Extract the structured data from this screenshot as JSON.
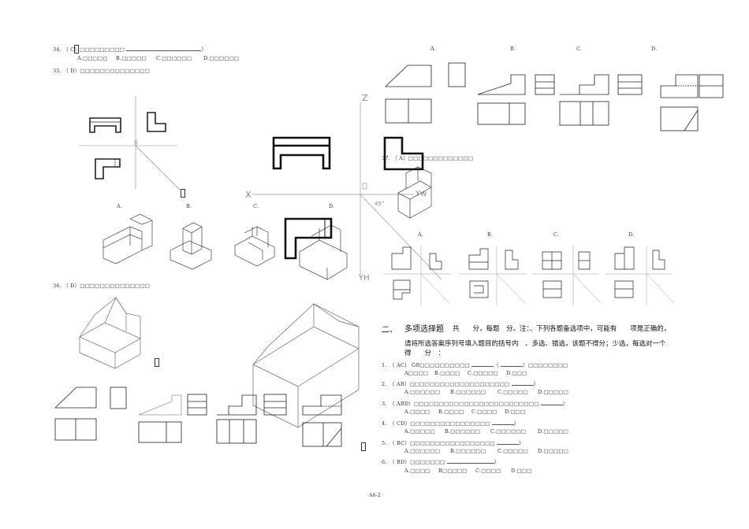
{
  "q34": {
    "stem": "34. （ C）□□□□□□□□□",
    "choices": [
      "A.□□□□□",
      "B.□□□□□",
      "C.□□□□□□",
      "D.□□□□□□"
    ]
  },
  "q35": {
    "stem": "35. （ D）□□□□□□□□□□□□□□",
    "labels": [
      "A.",
      "B.",
      "C.",
      "D."
    ]
  },
  "q36": {
    "stem": "36. （ D）□□□□□□□□□□□□□□",
    "labels": [
      "A.",
      "B.",
      "C.",
      "D."
    ]
  },
  "q37": {
    "stem": "37. （ A）□□□□□□□□□□□□□",
    "labels": [
      "A.",
      "B.",
      "C.",
      "D."
    ]
  },
  "axes_big": {
    "z": "Z",
    "x": "X",
    "yw": "Yw",
    "yh": "YH",
    "angle": "45°"
  },
  "section2": {
    "number": "二、",
    "title": "多项选择题",
    "desc1": "共　　分，每题　分。注：、下列各题备选项中，可能有　　项是正确的，",
    "desc2": "请将所选答案序列号填入题目的括号内　、多选、错选，该题不得分；少选，每选对一个",
    "desc3": "得　　分　："
  },
  "mq": [
    {
      "stem": "1.　（ AC） GB□□□□□□□□□□",
      "tail": "）□□□□□□□□",
      "choices": [
        "A□□□□",
        "B.□□□□",
        "C.□□□□□",
        "D.□□□"
      ]
    },
    {
      "stem": "2.　（ AB）□□□□□□□□□□□□□□□□□□□□",
      "tail": "）",
      "choices": [
        "A.□□□□□□",
        "B.□□□□□□",
        "C.□□□□□",
        "D.□□□□□"
      ]
    },
    {
      "stem": "3.　（ ABD）□□□□□□□□□□□□□□□□□□□□□□□□□",
      "tail": "）",
      "choices": [
        "A.□□□□",
        "B.□□□□",
        "C.□□□□",
        "D.□□□"
      ]
    },
    {
      "stem": "4.　（ CD）□□□□□□□□□□□□□□□□",
      "tail": "）",
      "choices": [
        "A.□□□□□",
        "B.□□□□□□",
        "C.□□□□□□",
        "D.□□□□□"
      ]
    },
    {
      "stem": "5.　（ BC）□□□□□□□□□□□□□□□□□",
      "tail": "）",
      "choices": [
        "A.□□□□□□",
        "B.□□□□□□",
        "C.□□□□□",
        "D.□□□□□"
      ]
    },
    {
      "stem": "6.　（ BD）□□□□□□□",
      "tail": "）",
      "choices": [
        "A.□□□□",
        "B□□□□□",
        "C.□□□□",
        "D.□□□"
      ]
    }
  ],
  "footer": "A6-2",
  "colors": {
    "line": "#222222",
    "thin": "#777777",
    "axis": "#999999"
  }
}
